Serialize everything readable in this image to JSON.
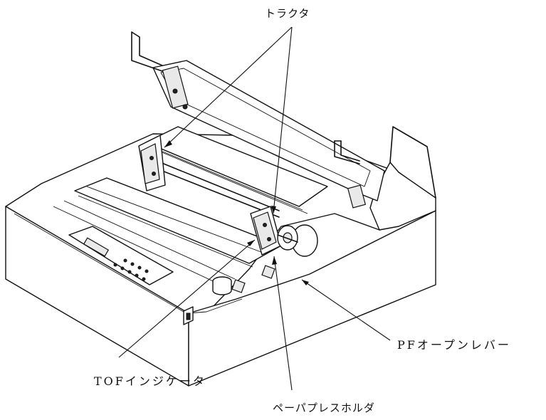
{
  "labels": {
    "tractor": "トラクタ",
    "tof_indicator": "TOFインジケータ",
    "pf_open_lever": "PFオープンレバー",
    "paper_press_holder": "ペーパプレスホルダ"
  }
}
